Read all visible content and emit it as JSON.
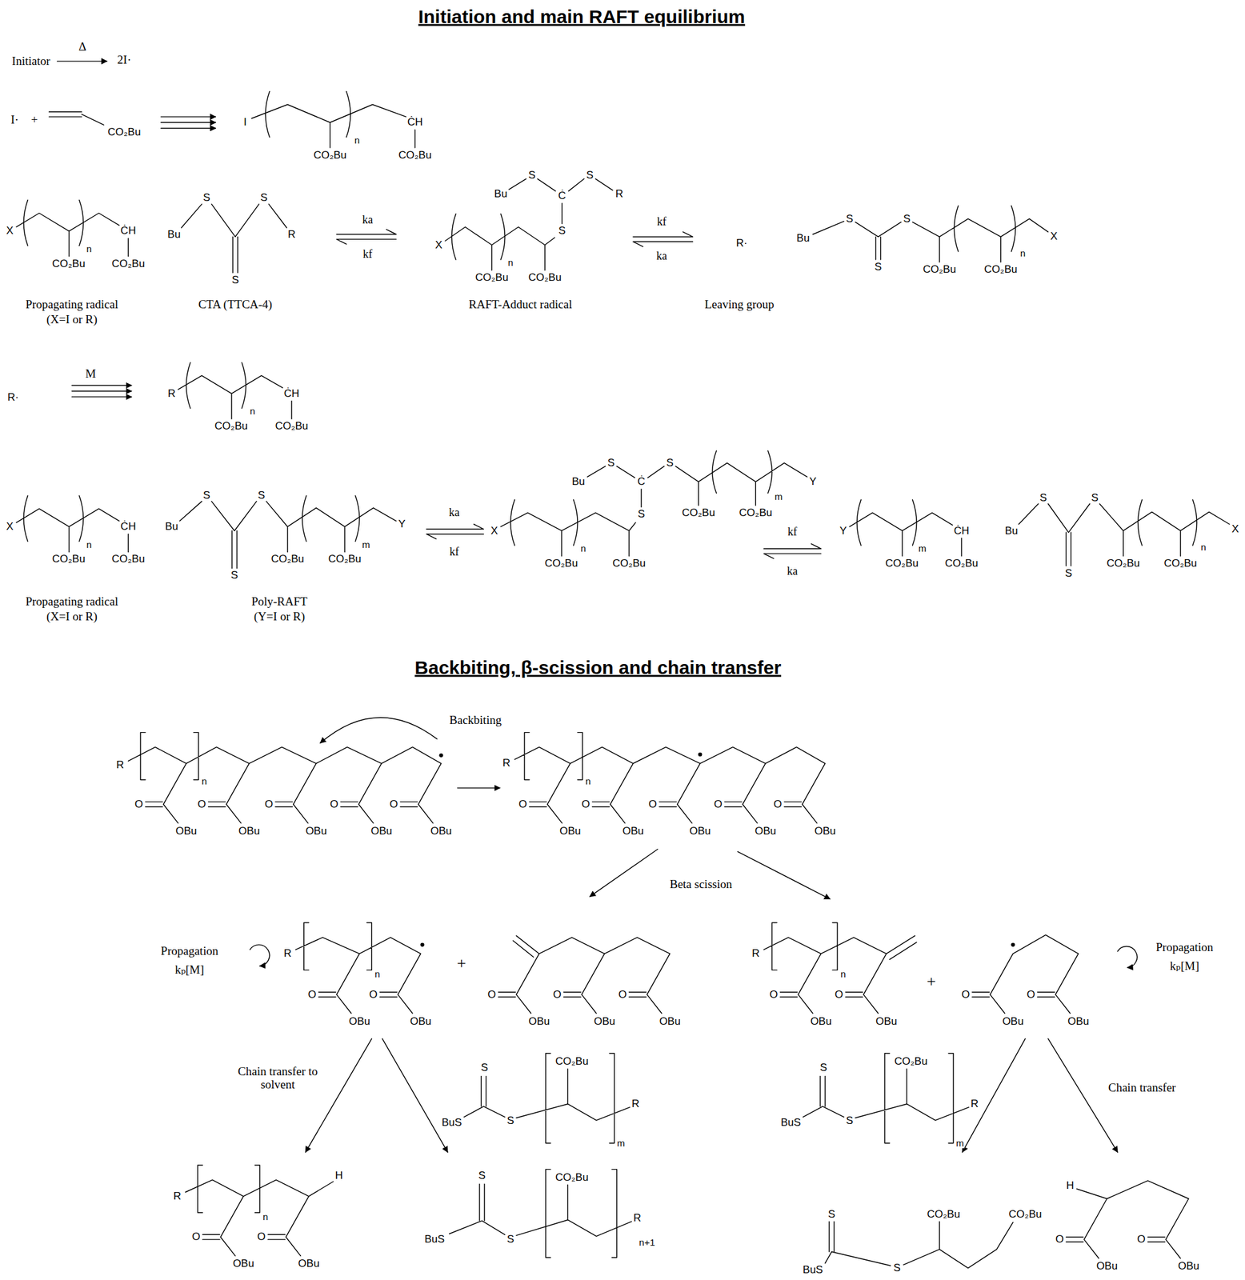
{
  "diagram": {
    "title": "Initiation and main RAFT equilibrium",
    "labels": [
      "Initiator",
      "Δ",
      "2I·",
      "I·",
      "+",
      "CO₂Bu",
      "I",
      "n",
      "CO₂Bu",
      "ĊH",
      "CO₂Bu",
      "X",
      "n",
      "CO₂Bu",
      "ĊH",
      "CO₂Bu",
      "Propagating radical",
      "(X=I or R)",
      "Bu",
      "S",
      "S",
      "R",
      "S",
      "CTA (TTCA-4)",
      "ka",
      "kf",
      "Bu",
      "S",
      "Ċ",
      "S",
      "R",
      "S",
      "X",
      "n",
      "CO₂Bu",
      "CO₂Bu",
      "RAFT-Adduct radical",
      "kf",
      "ka",
      "R·",
      "Leaving group",
      "Bu",
      "S",
      "S",
      "S",
      "CO₂Bu",
      "CO₂Bu",
      "n",
      "X",
      "R·",
      "M",
      "R",
      "n",
      "CO₂Bu",
      "ĊH",
      "CO₂Bu",
      "X",
      "n",
      "CO₂Bu",
      "ĊH",
      "CO₂Bu",
      "Propagating radical",
      "(X=I or R)",
      "Bu",
      "S",
      "S",
      "S",
      "CO₂Bu",
      "CO₂Bu",
      "m",
      "Y",
      "Poly-RAFT",
      "(Y=I or R)",
      "ka",
      "kf",
      "Bu",
      "S",
      "Ċ",
      "S",
      "CO₂Bu",
      "CO₂Bu",
      "m",
      "Y",
      "S",
      "X",
      "n",
      "CO₂Bu",
      "CO₂Bu",
      "kf",
      "ka",
      "Y",
      "m",
      "CO₂Bu",
      "ĊH",
      "CO₂Bu",
      "Bu",
      "S",
      "S",
      "S",
      "CO₂Bu",
      "CO₂Bu",
      "n",
      "X",
      "Backbiting, β-scission and chain transfer",
      "R",
      "n",
      "O",
      "OBu",
      "O",
      "OBu",
      "O",
      "OBu",
      "O",
      "OBu",
      "O",
      "OBu",
      "Backbiting",
      "R",
      "n",
      "O",
      "OBu",
      "O",
      "OBu",
      "O",
      "OBu",
      "O",
      "OBu",
      "O",
      "OBu",
      "Beta scission",
      "Propagation",
      "kₚ[M]",
      "R",
      "n",
      "O",
      "OBu",
      "O",
      "OBu",
      "+",
      "O",
      "OBu",
      "O",
      "OBu",
      "O",
      "OBu",
      "R",
      "n",
      "O",
      "OBu",
      "O",
      "OBu",
      "+",
      "O",
      "OBu",
      "O",
      "OBu",
      "Propagation",
      "kₚ[M]",
      "Chain transfer to solvent",
      "S",
      "BuS",
      "S",
      "CO₂Bu",
      "R",
      "m",
      "S",
      "BuS",
      "S",
      "CO₂Bu",
      "R",
      "m",
      "Chain transfer",
      "R",
      "n",
      "H",
      "O",
      "OBu",
      "O",
      "OBu",
      "S",
      "BuS",
      "S",
      "CO₂Bu",
      "R",
      "n+1",
      "S",
      "BuS",
      "S",
      "CO₂Bu",
      "CO₂Bu",
      "H",
      "O",
      "OBu",
      "O",
      "OBu"
    ]
  }
}
